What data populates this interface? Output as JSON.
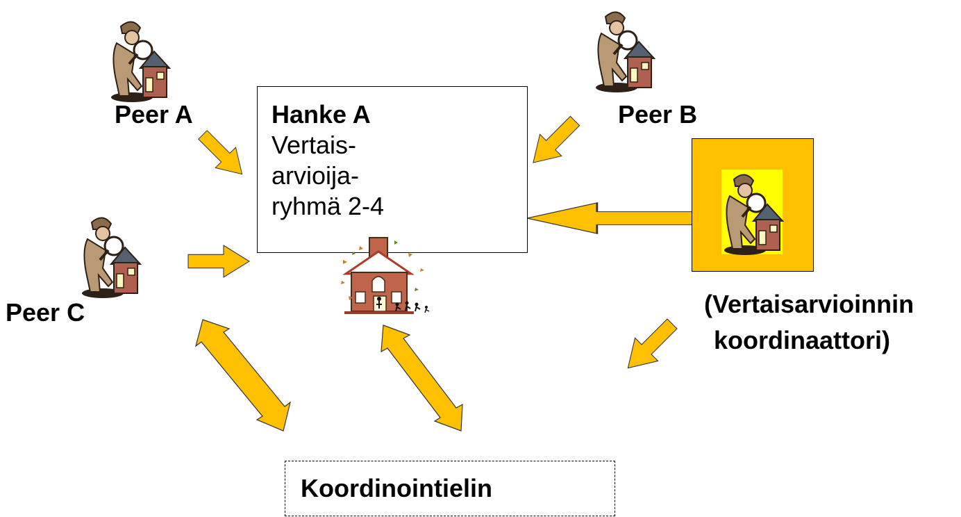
{
  "peers": {
    "peer_a": "Peer A",
    "peer_b": "Peer B",
    "peer_c": "Peer C"
  },
  "project_box": {
    "title": "Hanke A",
    "line1": "Vertais-",
    "line2": "arvioija-",
    "line3": "ryhmä 2-4"
  },
  "coordinator": {
    "line1": "(Vertaisarvioinnin",
    "line2": "koordinaattori)"
  },
  "coordination_body": {
    "label": "Koordinointielin"
  },
  "colors": {
    "arrow_fill": "#ffc000",
    "arrow_stroke": "#333333",
    "coordinator_bg": "#ffc000",
    "coordinator_inner": "#ffff00"
  },
  "icons": [
    "detective-with-house-clipart",
    "school-with-children-clipart"
  ]
}
